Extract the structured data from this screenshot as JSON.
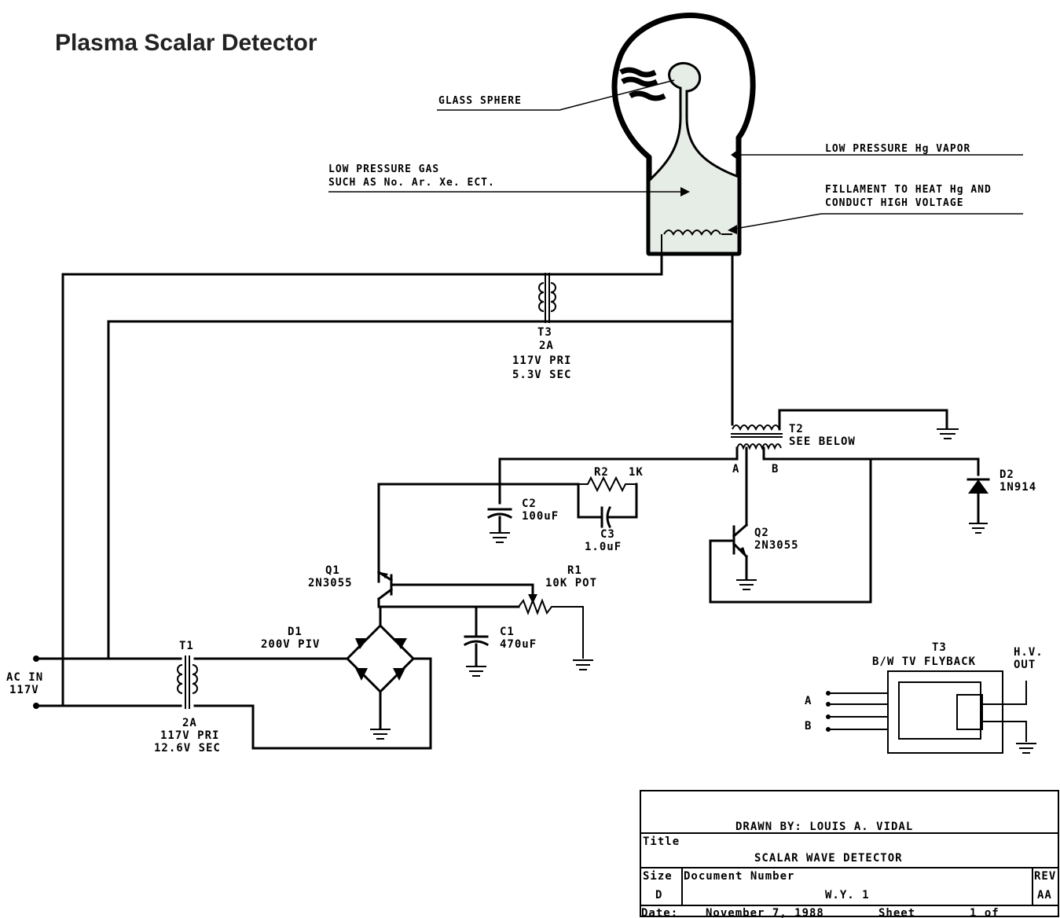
{
  "title": "Plasma Scalar  Detector",
  "bulb": {
    "glass_sphere": "GLASS SPHERE",
    "low_pressure_hg": "LOW PRESSURE Hg VAPOR",
    "gas_line1": "LOW PRESSURE GAS",
    "gas_line2": "SUCH AS No. Ar. Xe. ECT.",
    "fil_line1": "FILLAMENT TO HEAT Hg AND",
    "fil_line2": "CONDUCT HIGH VOLTAGE"
  },
  "t3": {
    "name": "T3",
    "l1": "2A",
    "l2": "117V PRI",
    "l3": "5.3V SEC"
  },
  "t2": {
    "name": "T2",
    "desc": "SEE BELOW",
    "tap_a": "A",
    "tap_b": "B"
  },
  "d2": {
    "name": "D2",
    "part": "1N914"
  },
  "r2": {
    "name": "R2",
    "value": "1K"
  },
  "c2": {
    "name": "C2",
    "value": "100uF"
  },
  "c3": {
    "name": "C3",
    "value": "1.0uF"
  },
  "q2": {
    "name": "Q2",
    "part": "2N3055"
  },
  "q1": {
    "name": "Q1",
    "part": "2N3055"
  },
  "r1": {
    "name": "R1",
    "value": "10K POT"
  },
  "d1": {
    "name": "D1",
    "value": "200V PIV"
  },
  "c1": {
    "name": "C1",
    "value": "470uF"
  },
  "t1": {
    "name": "T1",
    "l1": "2A",
    "l2": "117V PRI",
    "l3": "12.6V SEC"
  },
  "ac": {
    "l1": "AC IN",
    "l2": "117V"
  },
  "flyback": {
    "name": "T3",
    "desc": "B/W TV FLYBACK",
    "hv1": "H.V.",
    "hv2": "OUT",
    "tap_a": "A",
    "tap_b": "B"
  },
  "titleblock": {
    "drawn_by": "DRAWN BY: LOUIS A. VIDAL",
    "title_label": "Title",
    "title_value": "SCALAR WAVE DETECTOR",
    "size_label": "Size",
    "size_value": "D",
    "doc_label": "Document Number",
    "doc_value": "W.Y. 1",
    "rev_label": "REV",
    "rev_value": "AA",
    "date_label": "Date:",
    "date_value": "November  7, 1988",
    "sheet_label": "Sheet",
    "sheet_value": "1 of"
  }
}
